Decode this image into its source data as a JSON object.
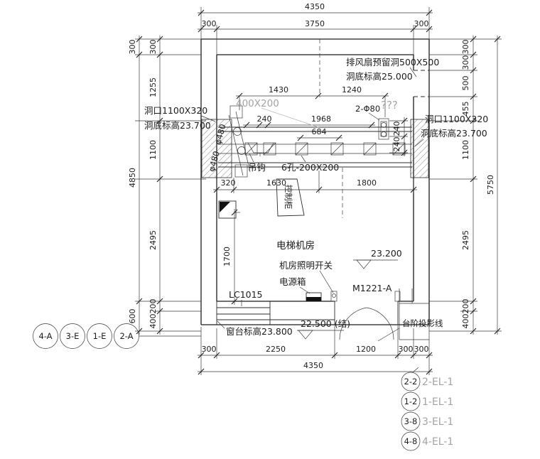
{
  "drawing": {
    "room_label": "电梯机房",
    "labels": {
      "fan_hole_l1": "排风扇预留洞500X500",
      "fan_hole_l2": "洞底标高25.000",
      "left_open_l1": "洞口1100X320",
      "left_open_l2": "洞底标高23.700",
      "right_open_l1": "洞口1100X320",
      "right_open_l2": "洞底标高23.700",
      "unknown_marks": "???",
      "grey_size": "400X200",
      "phi480_a": "φ480",
      "phi480_b": "φ480",
      "two_phi80": "2-Φ80",
      "hook": "吊钩",
      "six_holes": "6孔-200X200",
      "control_cabinet": "控制柜",
      "light_switch": "机房照明开关",
      "power_box": "电源箱",
      "window_mark": "LC1015",
      "sill_level": "窗台标高23.800",
      "level_interior": "23.200",
      "level_door": "22.500 (结)",
      "door_mark": "M1221-A",
      "steps": "台阶投影线"
    },
    "dims": {
      "top_total": "4350",
      "top_row": [
        "300",
        "3750",
        "300"
      ],
      "bottom_row": [
        "300",
        "2250",
        "1200",
        "300",
        "300"
      ],
      "bottom_total": "4350",
      "left_outer": [
        "300",
        "4850",
        "600"
      ],
      "left_inner": [
        "300",
        "1255",
        "1100",
        "2495",
        "200",
        "400"
      ],
      "right_inner": [
        "300",
        "300",
        "500",
        "455",
        "1100",
        "2495",
        "200",
        "400"
      ],
      "right_total": "5750",
      "upper_inner": [
        "1430",
        "1240"
      ],
      "beam_a": "240",
      "beam_b": "1968",
      "beam_c": "684",
      "v240": [
        "240",
        "240"
      ],
      "mid_row": [
        "320",
        "1630",
        "1800"
      ],
      "v1700": "1700"
    },
    "grid_bubbles": [
      "4-A",
      "3-E",
      "1-E",
      "2-A"
    ],
    "sections": [
      {
        "bubble": "2-2",
        "name": "2-EL-1"
      },
      {
        "bubble": "1-2",
        "name": "1-EL-1"
      },
      {
        "bubble": "3-8",
        "name": "3-EL-1"
      },
      {
        "bubble": "4-8",
        "name": "4-EL-1"
      }
    ]
  },
  "colors": {
    "line": "#1c1c1c",
    "grey_text": "#a3a3a3"
  }
}
